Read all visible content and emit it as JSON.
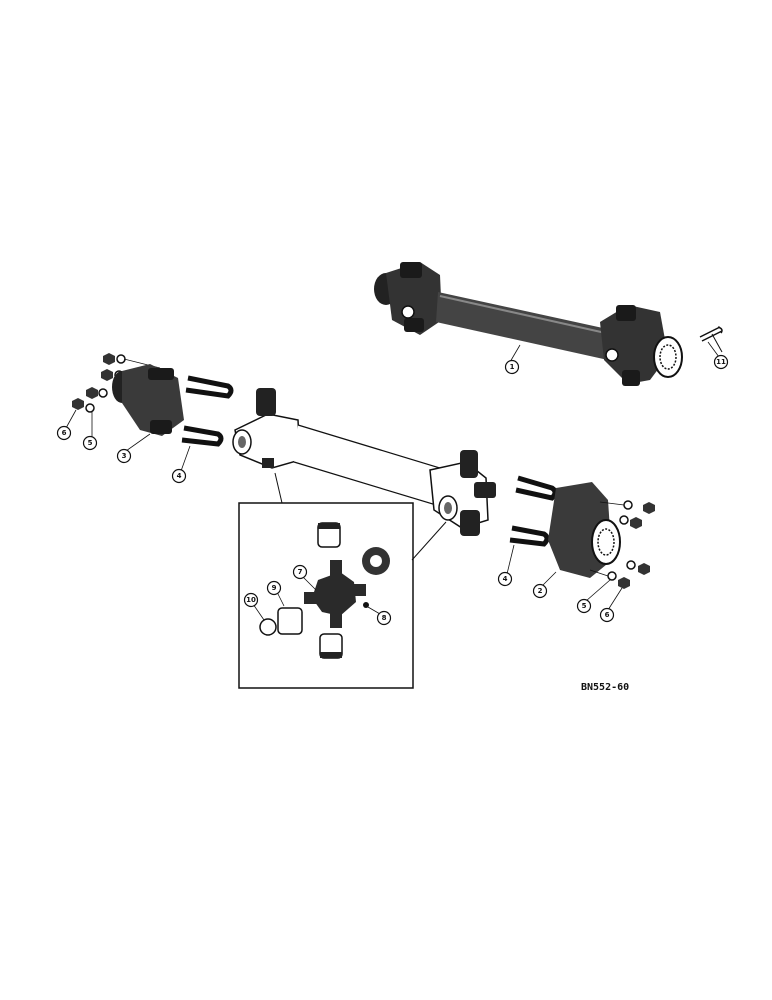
{
  "drawing_number": "BN552-60",
  "callouts": {
    "shaft_assembly": "1",
    "yoke_right": "2",
    "yoke_left": "3",
    "u_bolt_left": "4",
    "u_bolt_right": "4",
    "lock_washer_left": "5",
    "lock_washer_right": "5",
    "nut_left": "6",
    "nut_right": "6",
    "cross_journal": "7",
    "lube_fitting": "8",
    "bearing_cup": "9",
    "snap_ring": "10",
    "cotter_pin": "11"
  },
  "colors": {
    "ink": "#111111",
    "shade": "#555555",
    "paper": "#ffffff"
  }
}
